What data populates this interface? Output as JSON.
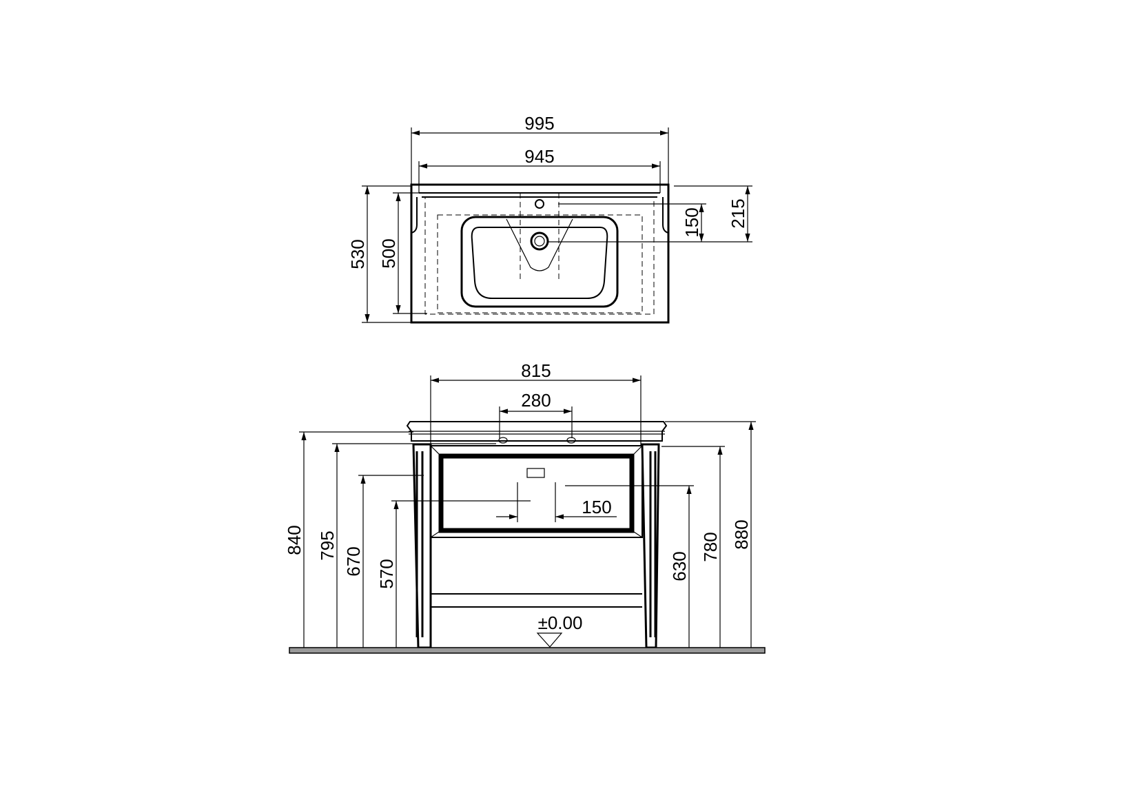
{
  "top_view": {
    "dimensions": {
      "overall_width": "995",
      "inner_width": "945",
      "overall_depth": "530",
      "inner_depth": "500",
      "tap_to_drain": "150",
      "back_to_drain": "215"
    }
  },
  "front_view": {
    "dimensions": {
      "cabinet_width": "815",
      "tap_holes_spacing": "280",
      "waste_offset": "150",
      "height_840": "840",
      "height_795": "795",
      "height_670": "670",
      "height_570": "570",
      "height_630": "630",
      "height_780": "780",
      "height_880": "880"
    },
    "floor_level": "±0.00"
  }
}
